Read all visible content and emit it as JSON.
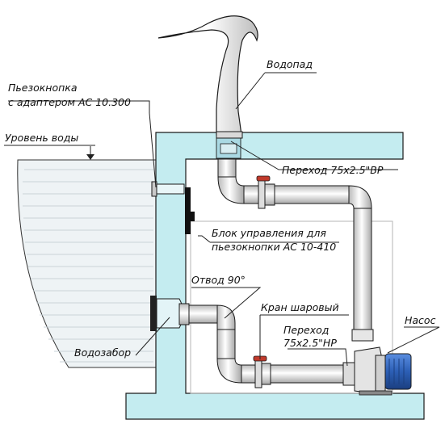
{
  "labels": {
    "waterfall": "Водопад",
    "piezo_button_line1": "Пьезокнопка",
    "piezo_button_line2": "с адаптером АС 10.300",
    "water_level": "Уровень воды",
    "adapter_top": "Переход 75x2.5\"ВР",
    "control_block_line1": "Блок управления для",
    "control_block_line2": "пьезокнопки АС 10-410",
    "elbow": "Отвод 90°",
    "ball_valve": "Кран шаровый",
    "adapter_bottom_line1": "Переход",
    "adapter_bottom_line2": "75x2.5\"HP",
    "pump": "Насос",
    "intake": "Водозабор"
  },
  "colors": {
    "wall": "#c4ecf0",
    "outline": "#1a1a1a",
    "pipe": "#f2f2f2",
    "pump": "#2c5fb5",
    "valve": "#c0392b"
  }
}
